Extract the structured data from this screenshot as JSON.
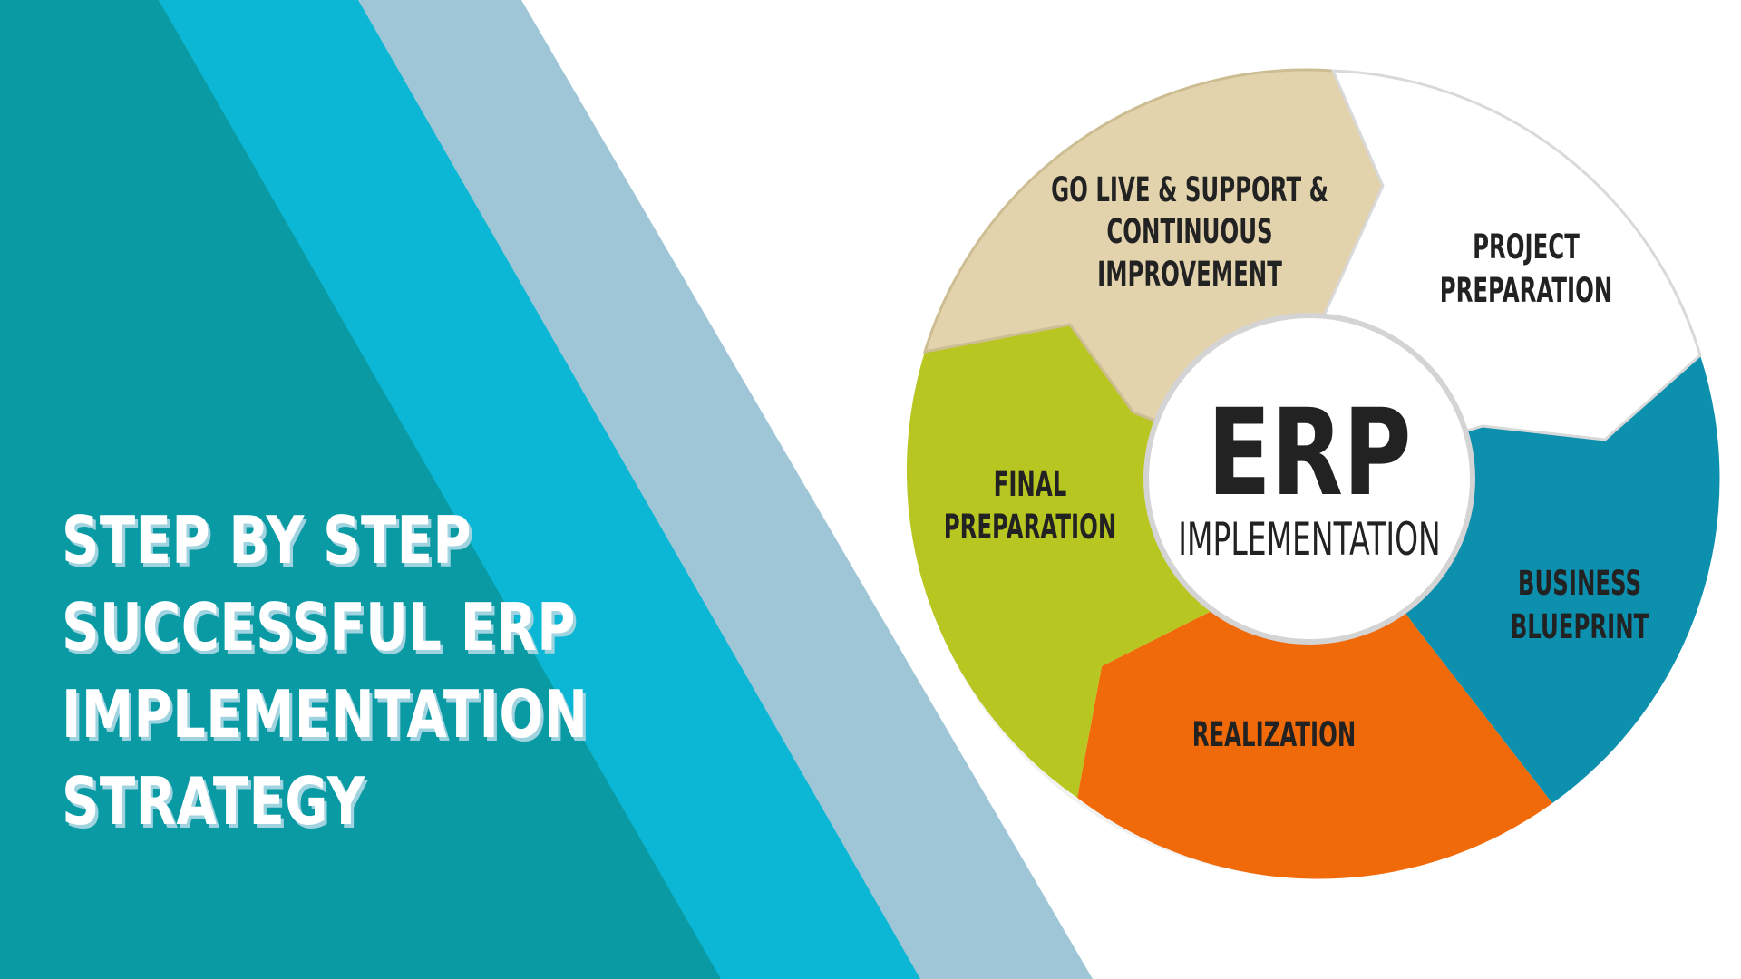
{
  "headline": {
    "lines": [
      "STEP BY STEP",
      "SUCCESSFUL ERP",
      "IMPLEMENTATION",
      "STRATEGY"
    ]
  },
  "diagram": {
    "center": {
      "title": "ERP",
      "subtitle": "IMPLEMENTATION"
    },
    "segments": [
      {
        "id": "project-preparation",
        "lines": [
          "PROJECT",
          "PREPARATION"
        ],
        "color": "#ffffff"
      },
      {
        "id": "business-blueprint",
        "lines": [
          "BUSINESS",
          "BLUEPRINT"
        ],
        "color": "#0d8fae"
      },
      {
        "id": "realization",
        "lines": [
          "REALIZATION"
        ],
        "color": "#f06a0a"
      },
      {
        "id": "final-preparation",
        "lines": [
          "FINAL",
          "PREPARATION"
        ],
        "color": "#b8c621"
      },
      {
        "id": "go-live",
        "lines": [
          "GO LIVE & SUPPORT &",
          "CONTINUOUS",
          "IMPROVEMENT"
        ],
        "color": "#e2d3ad"
      }
    ]
  },
  "colors": {
    "band_dark": "#0a9aa3",
    "band_bright": "#0bb7d4",
    "band_light": "#9fc6d6"
  }
}
